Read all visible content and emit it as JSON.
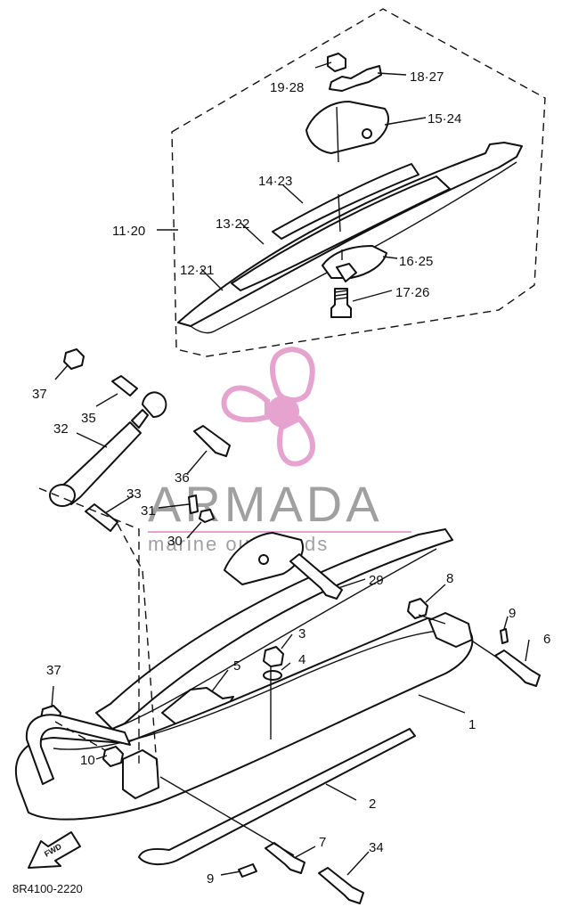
{
  "watermark": {
    "brand": "ARMADA",
    "tagline": "marine outboards",
    "brand_color": "#e7a3cf",
    "text_color": "#8f8f8f"
  },
  "diagram_code": "8R4100-2220",
  "direction_marker": "FWD",
  "labels": {
    "l1": "1",
    "l2": "2",
    "l3": "3",
    "l4": "4",
    "l5": "5",
    "l6": "6",
    "l7": "7",
    "l8": "8",
    "l9a": "9",
    "l9b": "9",
    "l10": "10",
    "l11_20": "11·20",
    "l12_21": "12·21",
    "l13_22": "13·22",
    "l14_23": "14·23",
    "l15_24": "15·24",
    "l16_25": "16·25",
    "l17_26": "17·26",
    "l18_27": "18·27",
    "l19_28": "19·28",
    "l29": "29",
    "l30": "30",
    "l31": "31",
    "l32": "32",
    "l33": "33",
    "l34": "34",
    "l35": "35",
    "l36": "36",
    "l37a": "37",
    "l37b": "37"
  }
}
